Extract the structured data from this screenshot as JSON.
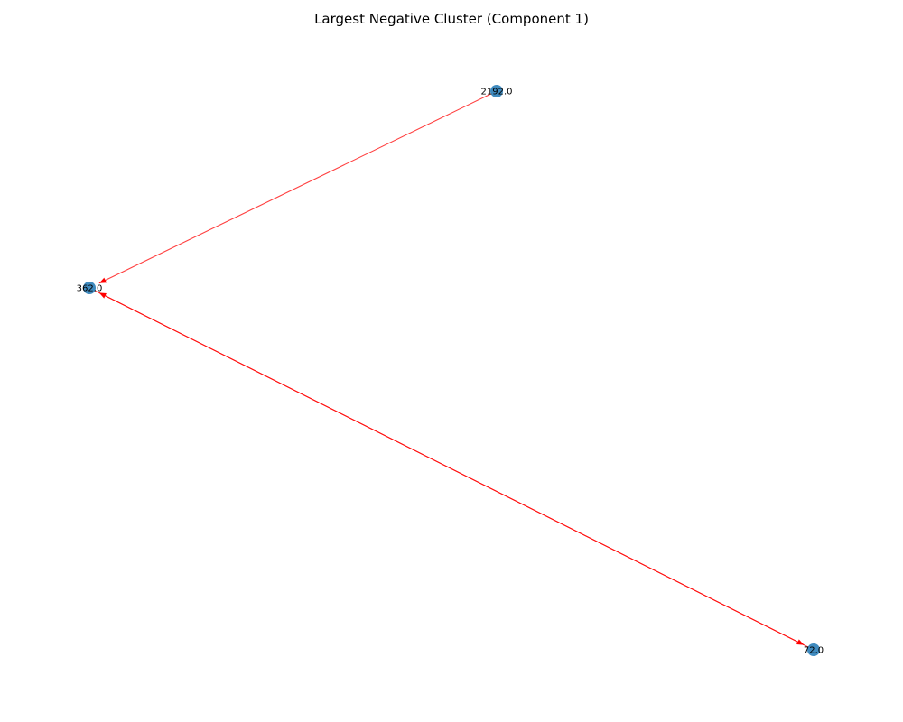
{
  "title": "Largest Negative Cluster (Component 1)",
  "colors": {
    "node_fill": "#1f77b4",
    "edge": "#ff0000"
  },
  "nodes": [
    {
      "id": "2192",
      "label": "2192.0"
    },
    {
      "id": "362",
      "label": "362.0"
    },
    {
      "id": "72",
      "label": "72.0"
    }
  ],
  "edges": [
    {
      "from": "2192",
      "to": "362"
    },
    {
      "from": "362",
      "to": "72"
    },
    {
      "from": "72",
      "to": "362"
    }
  ]
}
